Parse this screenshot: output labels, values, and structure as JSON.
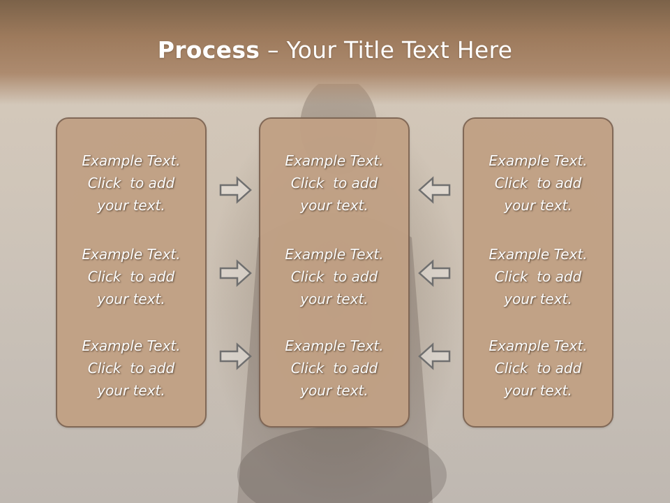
{
  "slide": {
    "title_bold": "Process",
    "title_rest": " – Your Title Text Here",
    "columns": [
      {
        "items": [
          {
            "line1": "Example Text.",
            "line2": "Click  to add",
            "line3": "your text."
          },
          {
            "line1": "Example Text.",
            "line2": "Click  to add",
            "line3": "your text."
          },
          {
            "line1": "Example Text.",
            "line2": "Click  to add",
            "line3": "your text."
          }
        ]
      },
      {
        "items": [
          {
            "line1": "Example Text.",
            "line2": "Click  to add",
            "line3": "your text."
          },
          {
            "line1": "Example Text.",
            "line2": "Click  to add",
            "line3": "your text."
          },
          {
            "line1": "Example Text.",
            "line2": "Click  to add",
            "line3": "your text."
          }
        ]
      },
      {
        "items": [
          {
            "line1": "Example Text.",
            "line2": "Click  to add",
            "line3": "your text."
          },
          {
            "line1": "Example Text.",
            "line2": "Click  to add",
            "line3": "your text."
          },
          {
            "line1": "Example Text.",
            "line2": "Click  to add",
            "line3": "your text."
          }
        ]
      }
    ],
    "arrows": {
      "left_icon": "arrow-right-icon",
      "right_icon": "arrow-left-icon"
    },
    "colors": {
      "header": "#a07e61",
      "box_fill": "#c1a185",
      "box_border": "#7e6553",
      "text": "#ffffff"
    }
  }
}
